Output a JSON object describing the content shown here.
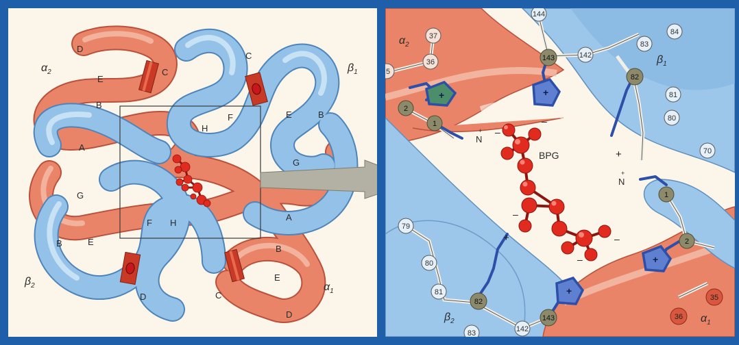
{
  "left_panel": {
    "subunit_labels": {
      "alpha2": {
        "greek": "α",
        "sub": "2"
      },
      "beta1": {
        "greek": "β",
        "sub": "1"
      },
      "beta2": {
        "greek": "β",
        "sub": "2"
      },
      "alpha1": {
        "greek": "α",
        "sub": "1"
      }
    },
    "helix_labels": [
      "D",
      "E",
      "C",
      "B",
      "C",
      "H",
      "F",
      "E",
      "B",
      "A",
      "G",
      "G",
      "F",
      "H",
      "A",
      "B",
      "E",
      "B",
      "D",
      "C",
      "E",
      "D"
    ]
  },
  "right_panel": {
    "subunit_labels": {
      "alpha2": {
        "greek": "α",
        "sub": "2"
      },
      "beta1": {
        "greek": "β",
        "sub": "1"
      },
      "beta2": {
        "greek": "β",
        "sub": "2"
      },
      "alpha1": {
        "greek": "α",
        "sub": "1"
      }
    },
    "ligand_label": "BPG",
    "residues": [
      "37",
      "36",
      "5",
      "144",
      "142",
      "143",
      "84",
      "83",
      "82",
      "81",
      "80",
      "70",
      "2",
      "1",
      "1",
      "2",
      "79",
      "80",
      "81",
      "82",
      "142",
      "143",
      "83",
      "36",
      "35"
    ],
    "amine_labels": [
      "N",
      "N"
    ],
    "charge_plus": "+",
    "charge_minus": "–"
  },
  "colors": {
    "alpha_chain": "#e77f66",
    "beta_chain": "#8fbfe4",
    "bpg": "#d8231b",
    "side_chain": "#2d4fa8",
    "residue_grey": "#8c8a6a",
    "background": "#fbf6e9",
    "frame": "#1f5ea8"
  }
}
